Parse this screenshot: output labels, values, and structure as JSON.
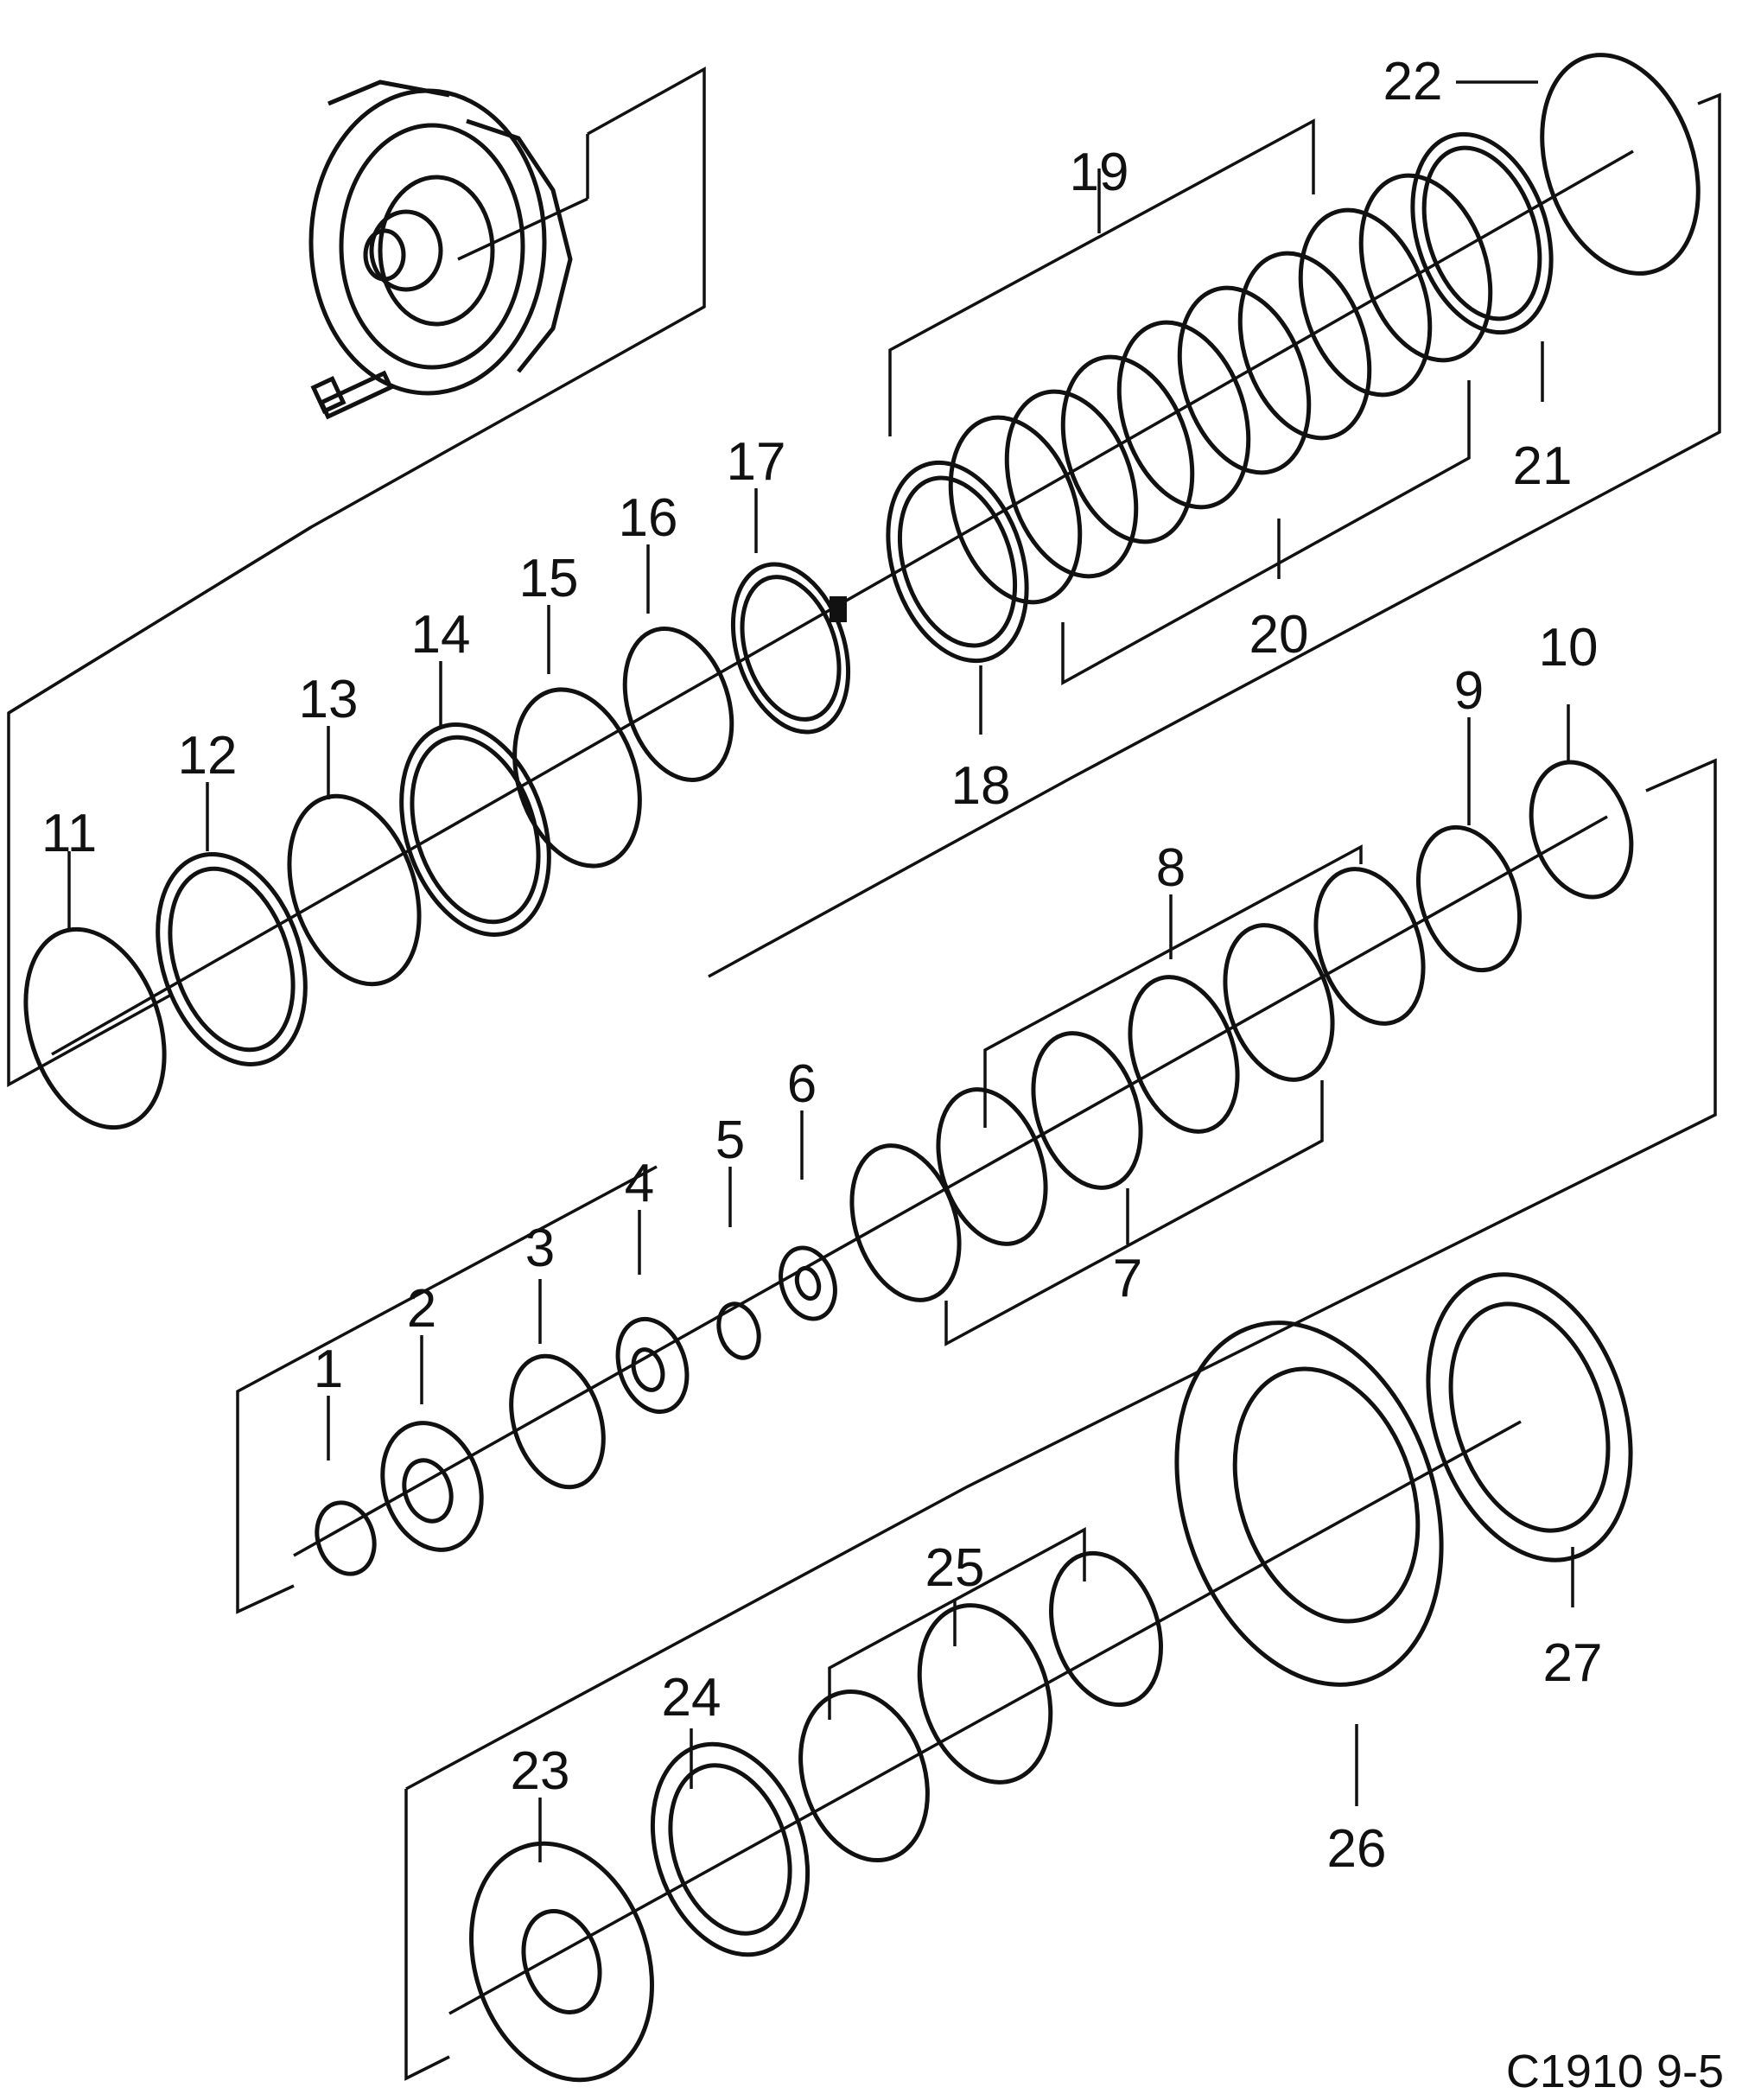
{
  "drawing_code": "C1910 9-5",
  "callouts": [
    {
      "id": "1",
      "text": "1"
    },
    {
      "id": "2",
      "text": "2"
    },
    {
      "id": "3",
      "text": "3"
    },
    {
      "id": "4",
      "text": "4"
    },
    {
      "id": "5",
      "text": "5"
    },
    {
      "id": "6",
      "text": "6"
    },
    {
      "id": "7",
      "text": "7"
    },
    {
      "id": "8",
      "text": "8"
    },
    {
      "id": "9",
      "text": "9"
    },
    {
      "id": "10",
      "text": "10"
    },
    {
      "id": "11",
      "text": "11"
    },
    {
      "id": "12",
      "text": "12"
    },
    {
      "id": "13",
      "text": "13"
    },
    {
      "id": "14",
      "text": "14"
    },
    {
      "id": "15",
      "text": "15"
    },
    {
      "id": "16",
      "text": "16"
    },
    {
      "id": "17",
      "text": "17"
    },
    {
      "id": "18",
      "text": "18"
    },
    {
      "id": "19",
      "text": "19"
    },
    {
      "id": "20",
      "text": "20"
    },
    {
      "id": "21",
      "text": "21"
    },
    {
      "id": "22",
      "text": "22"
    },
    {
      "id": "23",
      "text": "23"
    },
    {
      "id": "24",
      "text": "24"
    },
    {
      "id": "25",
      "text": "25"
    },
    {
      "id": "26",
      "text": "26"
    },
    {
      "id": "27",
      "text": "27"
    }
  ]
}
